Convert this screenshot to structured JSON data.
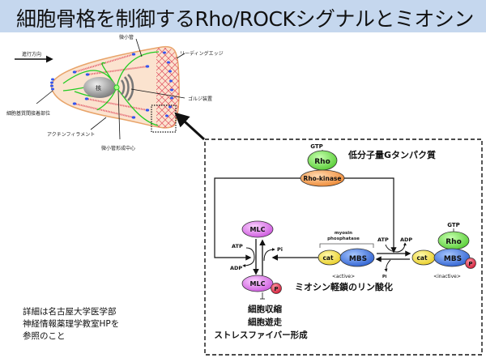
{
  "title": "細胞骨格を制御するRho/ROCKシグナルとミオシン",
  "cell_diagram": {
    "direction_label": "進行方向",
    "labels": {
      "microtubule": "微小管",
      "leading_edge": "リーディングエッジ",
      "nucleus": "核",
      "golgi": "ゴルジ装置",
      "adhesion": "細胞基質間接着部位",
      "actin": "アクチンフィラメント",
      "mtoc": "微小管形成中心"
    },
    "colors": {
      "cell_fill": "#fbe3cf",
      "cell_border": "#e8a46a",
      "microtubule": "#22cc22",
      "actin": "#e05060",
      "adhesion": "#3355ee"
    }
  },
  "pathway": {
    "small_g_protein_label": "低分子量Gタンパク質",
    "gtp_label": "GTP",
    "rho_label": "Rho",
    "rho_kinase_label": "Rho-kinase",
    "mlc_label": "MLC",
    "p_label": "P",
    "atp_label": "ATP",
    "adp_label": "ADP",
    "pi_label": "Pi",
    "myosin_phosphatase_label_1": "myosin",
    "myosin_phosphatase_label_2": "phosphatase",
    "cat_label": "cat",
    "mbs_label": "MBS",
    "active_label": "<active>",
    "inactive_label": "<inactive>",
    "phosphorylation_label": "ミオシン軽鎖のリン酸化",
    "outcomes": [
      "細胞収縮",
      "細胞遊走",
      "ストレスファイバー形成"
    ],
    "colors": {
      "rho": "#66dd44",
      "rho_kinase": "#f39a4c",
      "mlc": "#dd77ee",
      "cat": "#f5e040",
      "mbs": "#4a7fe6",
      "p": "#e0304a"
    }
  },
  "footnote": [
    "詳細は名古屋大学医学部",
    "神経情報薬理学教室HPを",
    "参照のこと"
  ]
}
